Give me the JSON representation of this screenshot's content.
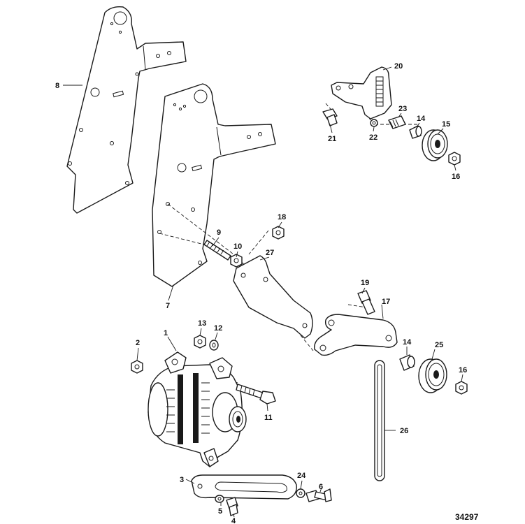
{
  "callouts": {
    "c1": "1",
    "c2": "2",
    "c3": "3",
    "c4": "4",
    "c5": "5",
    "c6": "6",
    "c7": "7",
    "c8": "8",
    "c9": "9",
    "c10": "10",
    "c11": "11",
    "c12": "12",
    "c13": "13",
    "c14a": "14",
    "c14b": "14",
    "c15": "15",
    "c16a": "16",
    "c16b": "16",
    "c17": "17",
    "c18": "18",
    "c19": "19",
    "c20": "20",
    "c21": "21",
    "c22": "22",
    "c23": "23",
    "c24": "24",
    "c25": "25",
    "c26": "26",
    "c27": "27"
  },
  "diagram_id": "34297"
}
